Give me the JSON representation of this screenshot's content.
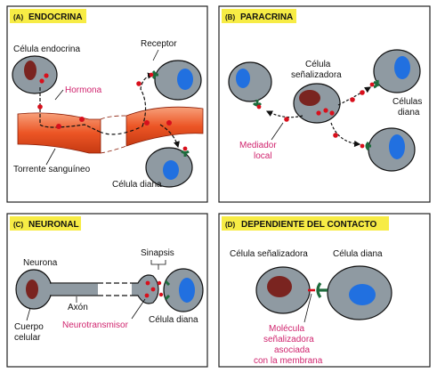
{
  "panels": {
    "a": {
      "letter": "(A)",
      "title": "ENDOCRINA",
      "endocrine_cell": "Célula endocrina",
      "receptor": "Receptor",
      "hormone": "Hormona",
      "bloodstream": "Torrente sanguíneo",
      "target_cell": "Célula diana"
    },
    "b": {
      "letter": "(B)",
      "title": "PARACRINA",
      "signaling_cell_1": "Célula",
      "signaling_cell_2": "señalizadora",
      "target_cells_1": "Células",
      "target_cells_2": "diana",
      "mediator_1": "Mediador",
      "mediator_2": "local"
    },
    "c": {
      "letter": "(C)",
      "title": "NEURONAL",
      "synapse": "Sinapsis",
      "neuron": "Neurona",
      "axon": "Axón",
      "cell_body_1": "Cuerpo",
      "cell_body_2": "celular",
      "neurotransmitter": "Neurotransmisor",
      "target_cell": "Célula diana"
    },
    "d": {
      "letter": "(D)",
      "title": "DEPENDIENTE DEL CONTACTO",
      "signaling_cell": "Célula señalizadora",
      "target_cell": "Célula diana",
      "molecule_1": "Molécula",
      "molecule_2": "señalizadora",
      "molecule_3": "asociada",
      "molecule_4": "con la membrana"
    }
  },
  "colors": {
    "title_bg": "#f7ec45",
    "cell_fill": "#8f9aa2",
    "nucleus_signal": "#7a2420",
    "nucleus_target": "#2170e0",
    "vessel": "#ec5525",
    "ligand": "#d8101c",
    "receptor": "#1e6b3c",
    "magenta": "#d0246e"
  }
}
